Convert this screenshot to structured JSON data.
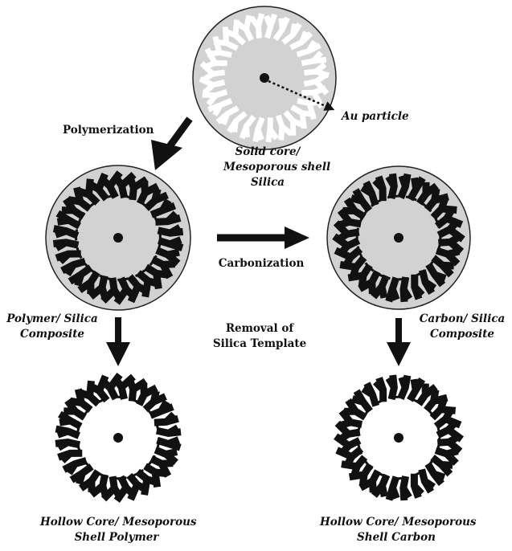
{
  "colors": {
    "shell": "#111111",
    "silica": "#d2d2d2",
    "outline": "#222222",
    "background": "#ffffff"
  },
  "labels": {
    "au_particle": "Au particle",
    "polymerization": "Polymerization",
    "solid_core": [
      "Solid core/",
      "Mesoporous shell",
      "Silica"
    ],
    "carbonization": "Carbonization",
    "polymer_silica": [
      "Polymer/ Silica",
      "Composite"
    ],
    "removal": [
      "Removal of",
      "Silica Template"
    ],
    "carbon_silica": [
      "Carbon/ Silica",
      "Composite"
    ],
    "hollow_polymer": [
      "Hollow Core/ Mesoporous",
      "Shell Polymer"
    ],
    "hollow_carbon": [
      "Hollow Core/ Mesoporous",
      "Shell Carbon"
    ]
  },
  "particles": [
    {
      "id": "solid-core-silica",
      "kind": "silica-template",
      "silica_fill": true
    },
    {
      "id": "polymer-silica-composite",
      "kind": "filled-shell",
      "silica_fill": true
    },
    {
      "id": "carbon-silica-composite",
      "kind": "filled-shell",
      "silica_fill": true
    },
    {
      "id": "hollow-polymer",
      "kind": "hollow-shell",
      "silica_fill": false
    },
    {
      "id": "hollow-carbon",
      "kind": "hollow-shell",
      "silica_fill": false
    }
  ]
}
